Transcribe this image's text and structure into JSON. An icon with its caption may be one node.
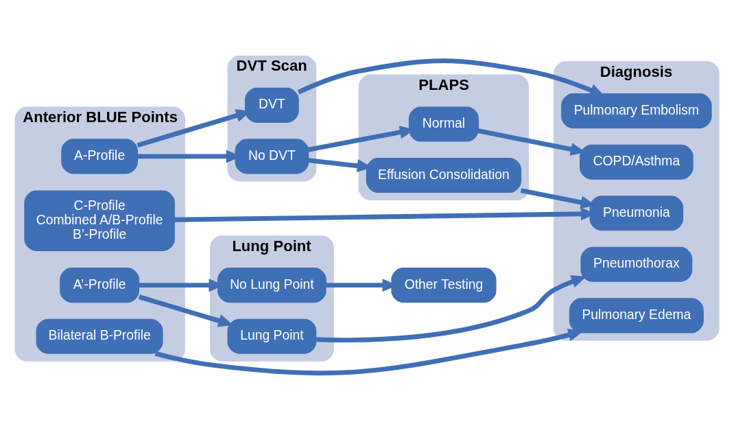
{
  "diagram": {
    "nodes": [
      {
        "text": [
          "Anterior BLUE Points"
        ]
      },
      {
        "text": [
          "A-Profile"
        ],
        "in": 0
      },
      {
        "text": [
          "C-Profile",
          "Combined A/B-Profile",
          "B’-Profile"
        ],
        "in": 0
      },
      {
        "text": [
          "A’-Profile"
        ],
        "in": 0
      },
      {
        "text": [
          "Bilateral B-Profile"
        ],
        "in": 0
      },
      {
        "text": [
          "DVT Scan"
        ]
      },
      {
        "text": [
          "DVT"
        ],
        "in": 5
      },
      {
        "text": [
          "No DVT"
        ],
        "in": 5
      },
      {
        "text": [
          "PLAPS"
        ]
      },
      {
        "text": [
          "Normal"
        ],
        "in": 8
      },
      {
        "text": [
          "Effusion Consolidation"
        ],
        "in": 8
      },
      {
        "text": [
          "Lung Point"
        ]
      },
      {
        "text": [
          "No Lung Point"
        ],
        "in": 11
      },
      {
        "text": [
          "Lung Point"
        ],
        "in": 11
      },
      {
        "text": [
          "Other Testing"
        ]
      },
      {
        "text": [
          "Diagnosis"
        ]
      },
      {
        "text": [
          "Pulmonary Embolism"
        ],
        "in": 15
      },
      {
        "text": [
          "COPD/Asthma"
        ],
        "in": 15
      },
      {
        "text": [
          "Pneumonia"
        ],
        "in": 15
      },
      {
        "text": [
          "Pneumothorax"
        ],
        "in": 15
      },
      {
        "text": [
          "Pulmonary Edema"
        ],
        "in": 15
      }
    ],
    "edges": [
      {
        "from": 1,
        "to": 6,
        "arrow": "to"
      },
      {
        "from": 1,
        "to": 7,
        "arrow": "to"
      },
      {
        "from": 6,
        "to": 16,
        "arrow": "to"
      },
      {
        "from": 7,
        "to": 9,
        "arrow": "to"
      },
      {
        "from": 7,
        "to": 10,
        "arrow": "to"
      },
      {
        "from": 9,
        "to": 17,
        "arrow": "to"
      },
      {
        "from": 10,
        "to": 18,
        "arrow": "to"
      },
      {
        "from": 2,
        "to": 18,
        "arrow": "to"
      },
      {
        "from": 3,
        "to": 12,
        "arrow": "to"
      },
      {
        "from": 3,
        "to": 13,
        "arrow": "to"
      },
      {
        "from": 12,
        "to": 14,
        "arrow": "to"
      },
      {
        "from": 13,
        "to": 19,
        "arrow": "to"
      },
      {
        "from": 4,
        "to": 20,
        "arrow": "to"
      }
    ]
  }
}
